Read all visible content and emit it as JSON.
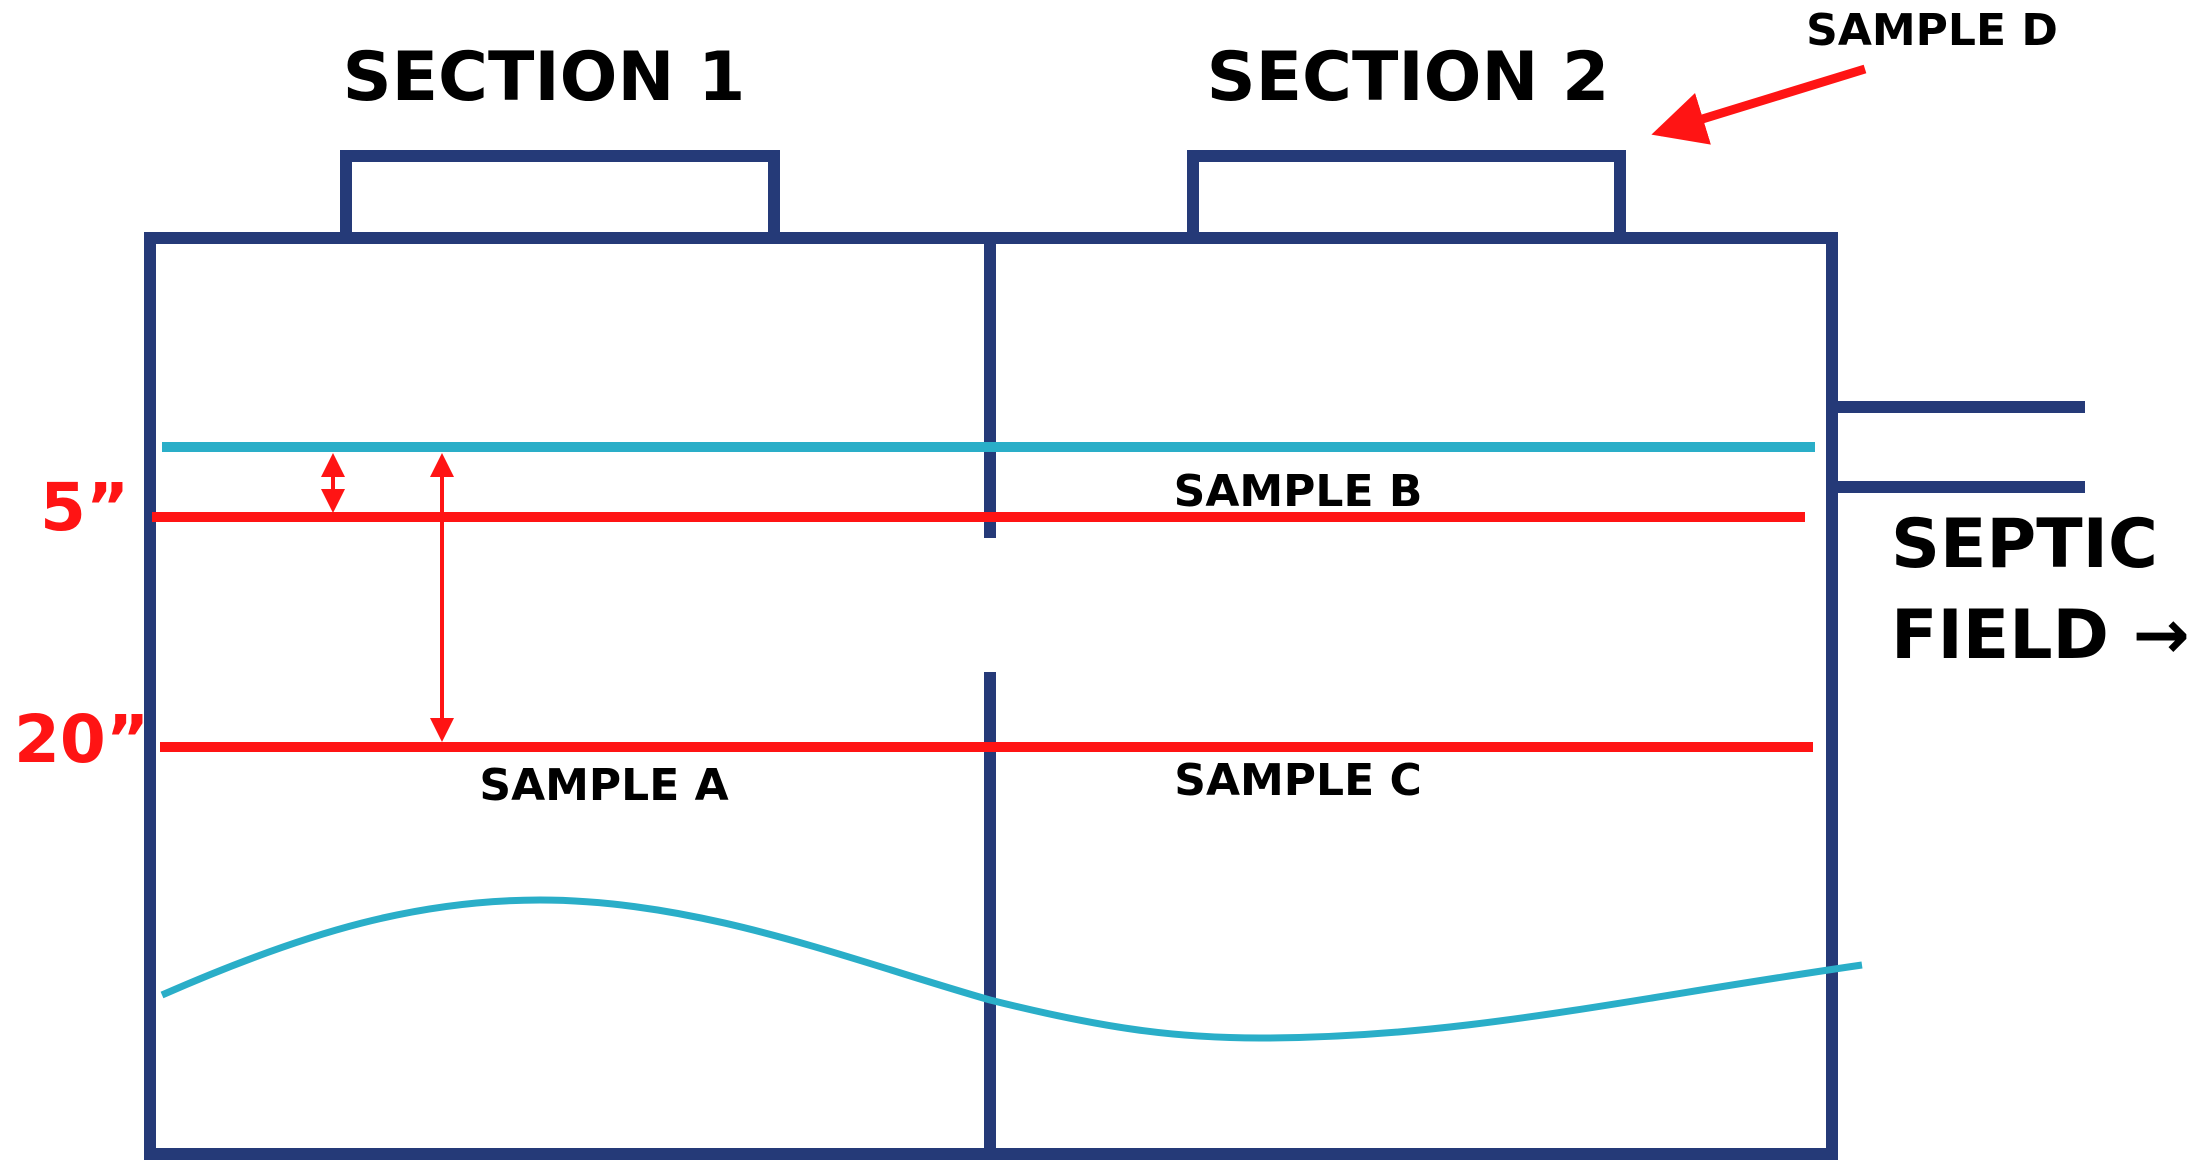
{
  "colors": {
    "tank": "#253a78",
    "water": "#2aaec8",
    "marker": "#ff1414",
    "text": "#000000"
  },
  "headings": {
    "section1": "SECTION 1",
    "section2": "SECTION 2"
  },
  "samples": {
    "a": "SAMPLE A",
    "b": "SAMPLE B",
    "c": "SAMPLE C",
    "d": "SAMPLE D"
  },
  "outlet": {
    "line1": "SEPTIC",
    "line2": "FIELD →"
  },
  "depths": {
    "shallow": "5”",
    "deep": "20”"
  },
  "icons": {
    "arrow": "arrow-icon",
    "double_arrow": "double-arrow-icon"
  }
}
